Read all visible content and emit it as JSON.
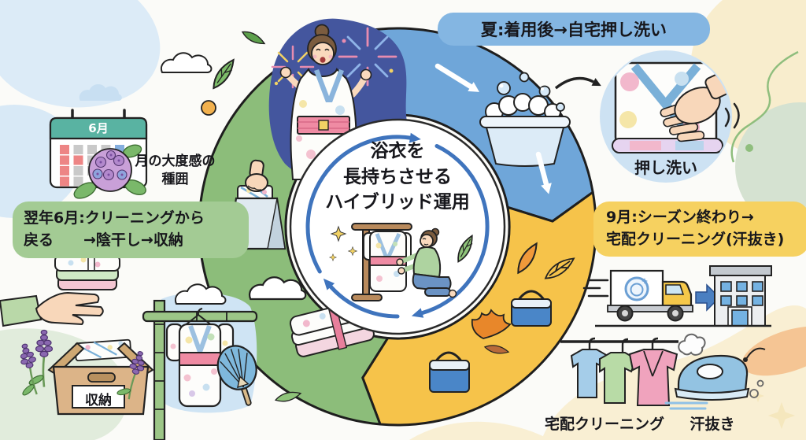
{
  "palette": {
    "ring_blue": "#6fa6d9",
    "ring_yellow": "#f6c34a",
    "ring_green": "#8cbd7a",
    "badge_blue": "#84b6e2",
    "badge_yellow": "#f6d160",
    "badge_green": "#a3cb94",
    "night_blue": "#44569e",
    "cycle_arrow_blue": "#3f74bd",
    "outline": "#222222"
  },
  "center": {
    "lines": [
      "浴衣を",
      "長持ちさせる",
      "ハイブリッド運用"
    ]
  },
  "badges": {
    "summer": "夏:着用後→自宅押し洗い",
    "september": {
      "line1": "9月:シーズン終わり→",
      "line2": "宅配クリーニング(汗抜き)"
    },
    "next_june": {
      "line1": "翌年6月:クリーニングから",
      "line2": "戻る　　→陰干し→収納"
    }
  },
  "labels": {
    "hand_wash": "押し洗い",
    "delivery_cleaning": "宅配クリーニング",
    "sweat_removal": "汗抜き",
    "storage": "収納",
    "calendar_month": "6月",
    "calendar_note": {
      "line1": "月の大度感の",
      "line2": "種囲"
    }
  }
}
